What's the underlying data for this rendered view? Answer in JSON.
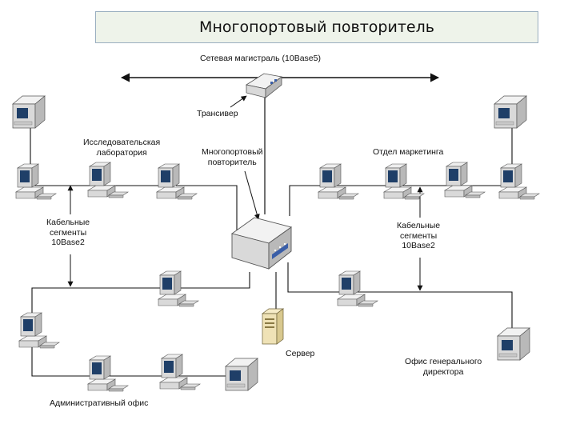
{
  "title": "Многопортовый повторитель",
  "labels": {
    "backbone": "Сетевая магистраль (10Base5)",
    "transceiver": "Трансивер",
    "research_lab": "Исследовательская\nлаборатория",
    "repeater": "Многопортовый\nповторитель",
    "marketing": "Отдел маркетинга",
    "cable_left": "Кабельные\nсегменты\n10Base2",
    "cable_right": "Кабельные\nсегменты\n10Base2",
    "server": "Сервер",
    "director": "Офис генерального\nдиректора",
    "admin": "Административный офис"
  },
  "colors": {
    "line": "#111111",
    "device_top": "#f2f2f2",
    "device_side": "#b9b9b9",
    "device_front": "#d9d9d9",
    "screen": "#1f3f68",
    "server_body": "#efe2b6",
    "accent_blue": "#3a5ea8"
  }
}
